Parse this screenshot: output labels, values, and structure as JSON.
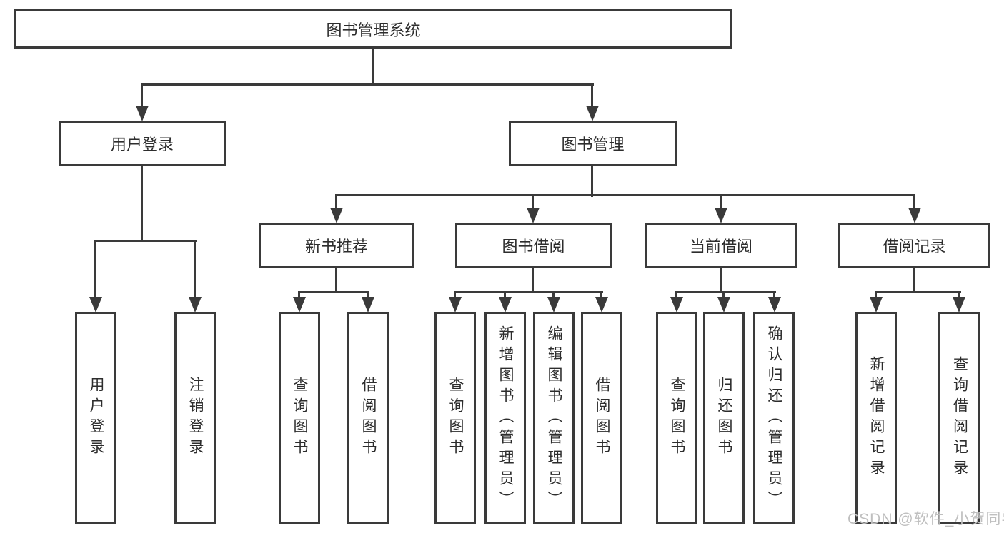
{
  "diagram_title": "图书管理系统",
  "tree": {
    "root": {
      "label": "图书管理系统",
      "children": [
        {
          "label": "用户登录",
          "children": [
            {
              "label": "用户登录"
            },
            {
              "label": "注销登录"
            }
          ]
        },
        {
          "label": "图书管理",
          "children": [
            {
              "label": "新书推荐",
              "children": [
                {
                  "label": "查询图书"
                },
                {
                  "label": "借阅图书"
                }
              ]
            },
            {
              "label": "图书借阅",
              "children": [
                {
                  "label": "查询图书"
                },
                {
                  "label": "新增图书（管理员）"
                },
                {
                  "label": "编辑图书（管理员）"
                },
                {
                  "label": "借阅图书"
                }
              ]
            },
            {
              "label": "当前借阅",
              "children": [
                {
                  "label": "查询图书"
                },
                {
                  "label": "归还图书"
                },
                {
                  "label": "确认归还（管理员）"
                }
              ]
            },
            {
              "label": "借阅记录",
              "children": [
                {
                  "label": "新增借阅记录"
                },
                {
                  "label": "查询借阅记录"
                }
              ]
            }
          ]
        }
      ]
    }
  },
  "watermark": "CSDN @软件_小贺同学",
  "colors": {
    "background": "#ffffff",
    "line": "#3a3a3a",
    "box_border": "#3a3a3a",
    "text": "#2d2d2d",
    "watermark_text": "#bfbfbf"
  }
}
